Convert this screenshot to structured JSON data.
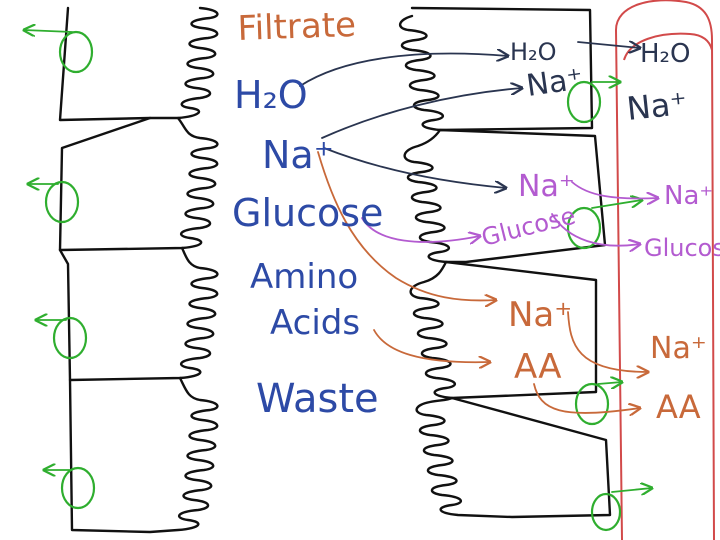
{
  "colors": {
    "filtrate": "#c8693a",
    "blue": "#2d4aa6",
    "navy": "#2a3550",
    "purple": "#b35bd0",
    "orange": "#c8693a",
    "green": "#2fae2f",
    "red": "#d24a4a",
    "black": "#111111"
  },
  "labels": {
    "filtrate": "Filtrate",
    "h2o": "H₂O",
    "na": "Na⁺",
    "glucose": "Glucose",
    "amino": "Amino",
    "acids": "Acids",
    "waste": "Waste",
    "cell_h2o": "H₂O",
    "cell_na_top": "Na⁺",
    "vessel_h2o": "H₂O",
    "vessel_na_top": "Na⁺",
    "cell_na_purple": "Na⁺",
    "cell_glucose": "Glucose",
    "vessel_na_purple": "Na⁺",
    "vessel_glucose": "Glucose",
    "cell_na_orange": "Na⁺",
    "cell_aa": "AA",
    "vessel_na_orange": "Na⁺",
    "vessel_aa": "AA"
  }
}
